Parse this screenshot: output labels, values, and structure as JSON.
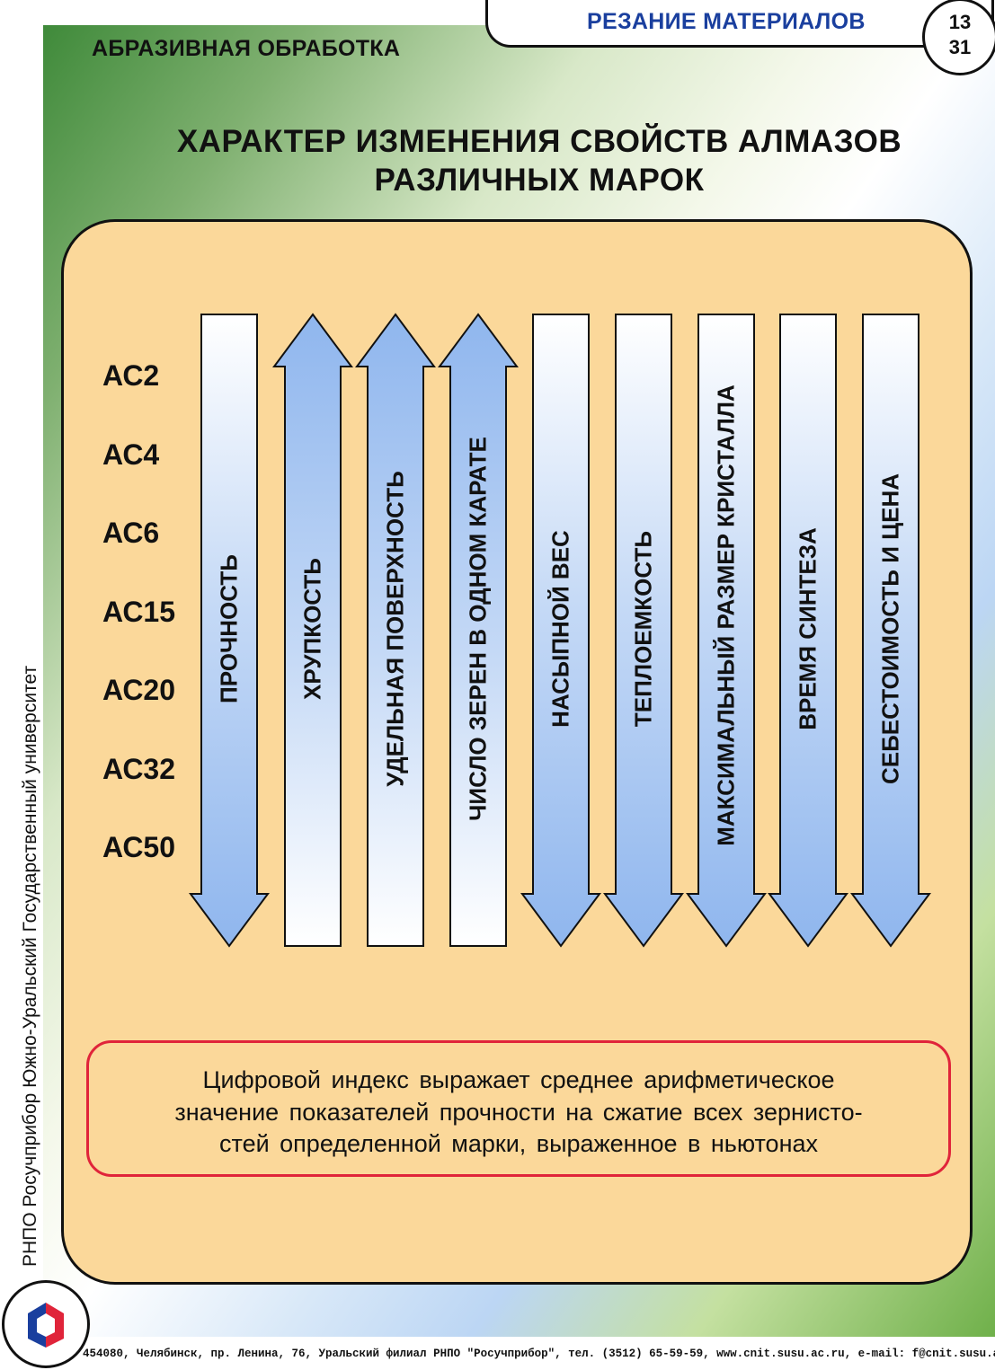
{
  "header": {
    "section": "АБРАЗИВНАЯ   ОБРАБОТКА",
    "topic": "РЕЗАНИЕ   МАТЕРИАЛОВ",
    "page_top": "13",
    "page_bottom": "31"
  },
  "side": {
    "org": "РНПО Росучприбор     Южно-Уральский Государственный университет"
  },
  "title": {
    "line1": "ХАРАКТЕР  ИЗМЕНЕНИЯ  СВОЙСТВ  АЛМАЗОВ",
    "line2": "РАЗЛИЧНЫХ  МАРОК"
  },
  "grades": [
    "АС2",
    "АС4",
    "АС6",
    "АС15",
    "АС20",
    "АС32",
    "АС50"
  ],
  "columns": [
    {
      "label": "ПРОЧНОСТЬ",
      "arrow": "down"
    },
    {
      "label": "ХРУПКОСТЬ",
      "arrow": "up"
    },
    {
      "label": "УДЕЛЬНАЯ  ПОВЕРХНОСТЬ",
      "arrow": "up"
    },
    {
      "label": "ЧИСЛО  ЗЕРЕН  В  ОДНОМ  КАРАТЕ",
      "arrow": "up"
    },
    {
      "label": "НАСЫПНОЙ  ВЕС",
      "arrow": "down"
    },
    {
      "label": "ТЕПЛОЕМКОСТЬ",
      "arrow": "down"
    },
    {
      "label": "МАКСИМАЛЬНЫЙ  РАЗМЕР  КРИСТАЛЛА",
      "arrow": "down"
    },
    {
      "label": "ВРЕМЯ  СИНТЕЗА",
      "arrow": "down"
    },
    {
      "label": "СЕБЕСТОИМОСТЬ  И  ЦЕНА",
      "arrow": "down"
    }
  ],
  "note": {
    "line1": "Цифровой  индекс  выражает  среднее  арифметическое",
    "line2": "значение  показателей  прочности  на  сжатие  всех  зернисто-",
    "line3": "стей  определенной  марки, выраженное  в  ньютонах"
  },
  "footer": {
    "text": "454080, Челябинск, пр. Ленина, 76, Уральский филиал РНПО \"Росучприбор\", тел. (3512) 65-59-59, www.cnit.susu.ac.ru,  e-mail: f@cnit.susu.ac.ru"
  },
  "colors": {
    "arrow_blue": "#8fb6ee",
    "panel": "#fbd89a",
    "note_border": "#e0243a",
    "topic_text": "#1a3f9e"
  }
}
